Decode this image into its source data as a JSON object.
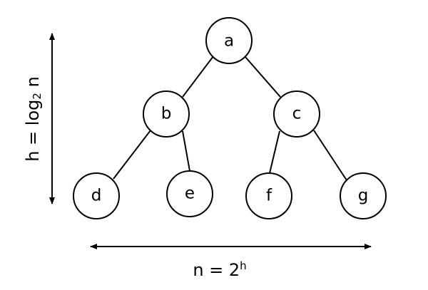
{
  "nodes": {
    "a": "a",
    "b": "b",
    "c": "c",
    "d": "d",
    "e": "e",
    "f": "f",
    "g": "g"
  },
  "height_label": {
    "prefix": "h = log",
    "subscript": "2",
    "suffix": " n"
  },
  "width_label": {
    "prefix": "n = 2",
    "superscript": "h"
  },
  "colors": {
    "stroke": "#000000",
    "node_fill": "#ffffff"
  }
}
